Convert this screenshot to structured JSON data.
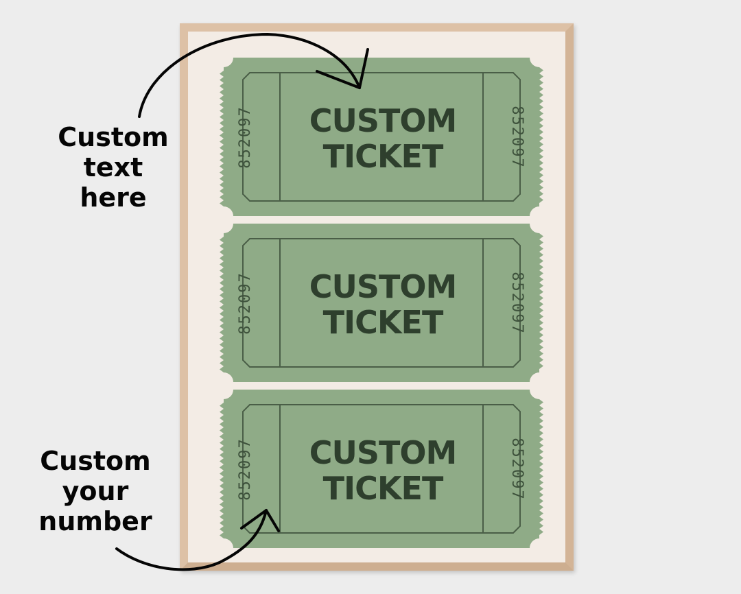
{
  "colors": {
    "background": "#ededed",
    "frame": "#ddc1a6",
    "poster": "#f3ece5",
    "ticket_fill": "#8fab87",
    "ticket_line": "#4a5e47",
    "ticket_text": "#2e3f2d"
  },
  "tickets": [
    {
      "title_line1": "CUSTOM",
      "title_line2": "TICKET",
      "number_left": "852097",
      "number_right": "852097"
    },
    {
      "title_line1": "CUSTOM",
      "title_line2": "TICKET",
      "number_left": "852097",
      "number_right": "852097"
    },
    {
      "title_line1": "CUSTOM",
      "title_line2": "TICKET",
      "number_left": "852097",
      "number_right": "852097"
    }
  ],
  "callouts": {
    "top": {
      "line1": "Custom",
      "line2": "text",
      "line3": "here"
    },
    "bottom": {
      "line1": "Custom",
      "line2": "your",
      "line3": "number"
    }
  }
}
